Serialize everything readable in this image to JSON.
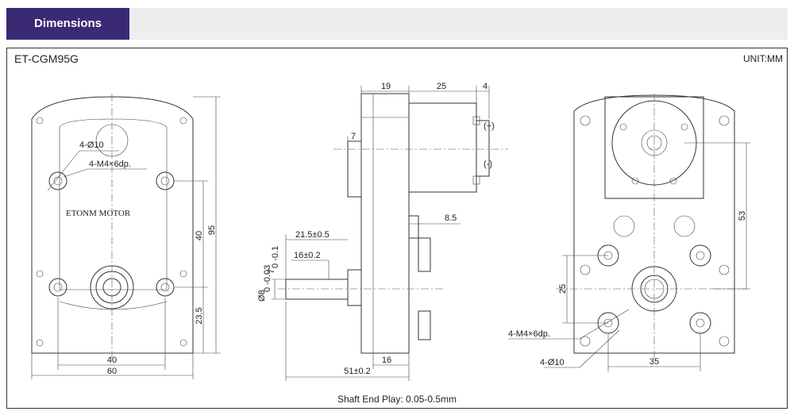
{
  "header": {
    "tab_label": "Dimensions"
  },
  "drawing": {
    "model": "ET-CGM95G",
    "unit": "UNIT:MM",
    "caption": "Shaft End Play: 0.05-0.5mm",
    "front_view": {
      "brand_text": "ETONM MOTOR",
      "labels": {
        "holes_dia": "4-Ø10",
        "thread": "4-M4×6dp.",
        "height_95": "95",
        "height_40": "40",
        "height_23_5": "23.5",
        "width_40": "40",
        "width_60": "60"
      }
    },
    "side_view": {
      "labels": {
        "d19": "19",
        "d25": "25",
        "d4": "4",
        "d7": "7",
        "d8_5": "8.5",
        "d21_5": "21.5±0.5",
        "d16_02": "16±0.2",
        "shaft_dia": "Ø8",
        "shaft_tol": "0 -0.03",
        "flat": "7",
        "flat_tol": "0 -0.1",
        "d51": "51±0.2",
        "d16": "16",
        "plus": "(+)",
        "minus": "(-)"
      }
    },
    "rear_view": {
      "labels": {
        "d53": "53",
        "d25": "25",
        "d35": "35",
        "thread": "4-M4×6dp.",
        "holes_dia": "4-Ø10"
      }
    }
  }
}
